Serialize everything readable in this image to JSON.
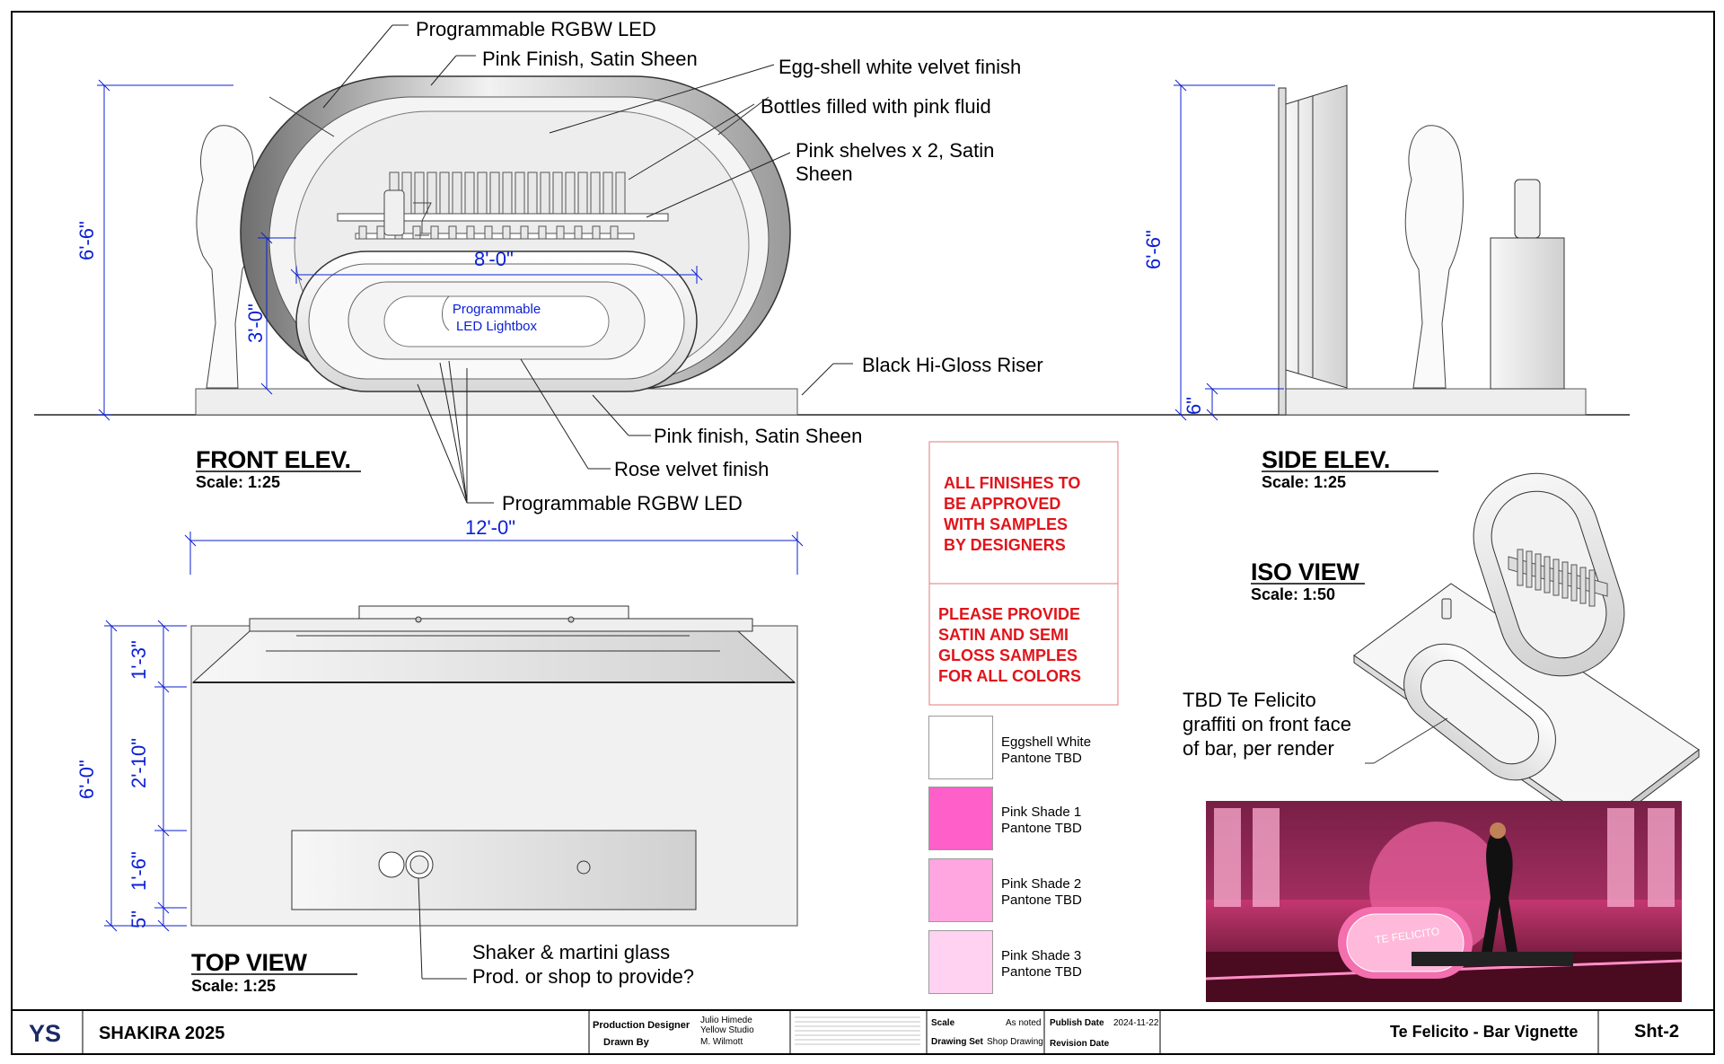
{
  "front_elevation": {
    "title": "FRONT ELEV.",
    "scale": "Scale: 1:25",
    "callouts": [
      "Programmable RGBW LED",
      "Pink Finish, Satin Sheen",
      "Egg-shell white velvet finish",
      "Bottles filled with pink fluid",
      "Pink shelves x 2, Satin Sheen",
      "Black Hi-Gloss Riser",
      "Pink finish, Satin Sheen",
      "Rose velvet finish",
      "Programmable RGBW LED"
    ],
    "lightbox_label_line1": "Programmable",
    "lightbox_label_line2": "LED Lightbox",
    "dims": {
      "height": "6'-6\"",
      "bar_height": "3'-0\"",
      "bar_width": "8'-0\"",
      "overall_width": "12'-0\""
    }
  },
  "side_elevation": {
    "title": "SIDE ELEV.",
    "scale": "Scale: 1:25",
    "dims": {
      "height": "6'-6\"",
      "riser": "6\""
    }
  },
  "top_view": {
    "title": "TOP VIEW",
    "scale": "Scale: 1:25",
    "callout_line1": "Shaker & martini glass",
    "callout_line2": "Prod. or shop to provide?",
    "dims": {
      "depth": "6'-0\"",
      "d1": "1'-3\"",
      "d2": "2'-10\"",
      "d3": "1'-6\"",
      "d4": "5\""
    }
  },
  "iso_view": {
    "title": "ISO VIEW",
    "scale": "Scale: 1:50",
    "note_line1": "TBD Te Felicito",
    "note_line2": "graffiti on front face",
    "note_line3": "of bar, per render"
  },
  "notes": {
    "note1": [
      "ALL FINISHES TO",
      "BE APPROVED",
      "WITH SAMPLES",
      "BY DESIGNERS"
    ],
    "note2": [
      "PLEASE PROVIDE",
      "SATIN AND SEMI",
      "GLOSS SAMPLES",
      "FOR ALL COLORS"
    ]
  },
  "swatches": [
    {
      "name": "Eggshell White",
      "code": "Pantone TBD",
      "color": "#ffffff"
    },
    {
      "name": "Pink Shade 1",
      "code": "Pantone TBD",
      "color": "#ff5fc8"
    },
    {
      "name": "Pink Shade 2",
      "code": "Pantone TBD",
      "color": "#ffa5e0"
    },
    {
      "name": "Pink Shade 3",
      "code": "Pantone TBD",
      "color": "#ffd2f1"
    }
  ],
  "render_image": {
    "sign_text": "TE FELICITO"
  },
  "title_block": {
    "logo": "YS",
    "project": "SHAKIRA 2025",
    "production_designer_label": "Production Designer",
    "production_designer": "Julio Himede",
    "studio": "Yellow Studio",
    "drawn_by_label": "Drawn By",
    "drawn_by": "M. Wilmott",
    "scale_label": "Scale",
    "scale_value": "As noted",
    "drawing_set_label": "Drawing Set",
    "drawing_set_value": "Shop Drawing",
    "publish_date_label": "Publish Date",
    "publish_date": "2024-11-22",
    "revision_date_label": "Revision Date",
    "sheet_title": "Te Felicito - Bar Vignette",
    "sheet_number": "Sht-2"
  },
  "colors": {
    "dimension": "#0b1fd6",
    "note_red": "#e1141b"
  }
}
